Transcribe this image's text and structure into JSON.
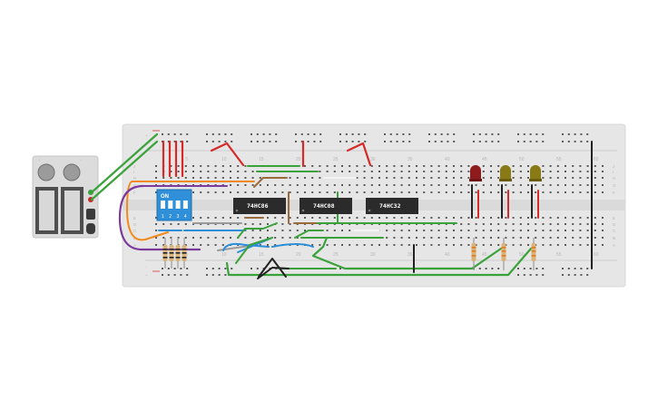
{
  "chips": [
    {
      "label": "74HC86"
    },
    {
      "label": "74HC08"
    },
    {
      "label": "74HC32"
    }
  ],
  "dip_switch": {
    "on_label": "ON",
    "positions": [
      "1",
      "2",
      "3",
      "4"
    ]
  },
  "column_numbers": [
    "5",
    "10",
    "15",
    "20",
    "25",
    "30",
    "35",
    "40",
    "45",
    "50",
    "55",
    "60"
  ],
  "row_letters_top": [
    "J",
    "I",
    "H",
    "G",
    "F"
  ],
  "row_letters_bottom": [
    "E",
    "D",
    "C",
    "B",
    "A"
  ],
  "rail_labels": [
    "+",
    "-",
    "+",
    "-"
  ],
  "battery_pack": {
    "terminal_labels": [
      "+",
      "-"
    ]
  },
  "colors": {
    "breadboard": "#e6e6e6",
    "chip": "#2b2b2b",
    "dip_switch": "#2f8fd8",
    "wire_red": "#d42a2a",
    "wire_green": "#3aa23a",
    "wire_orange": "#f08a1c",
    "wire_purple": "#7b3a9c",
    "wire_blue": "#2a8fd8",
    "wire_brown": "#9a6a3a",
    "wire_black": "#222222",
    "wire_gray": "#9a9a9a",
    "led_red": "#8e1c1c",
    "led_yellow": "#8a7a16"
  }
}
